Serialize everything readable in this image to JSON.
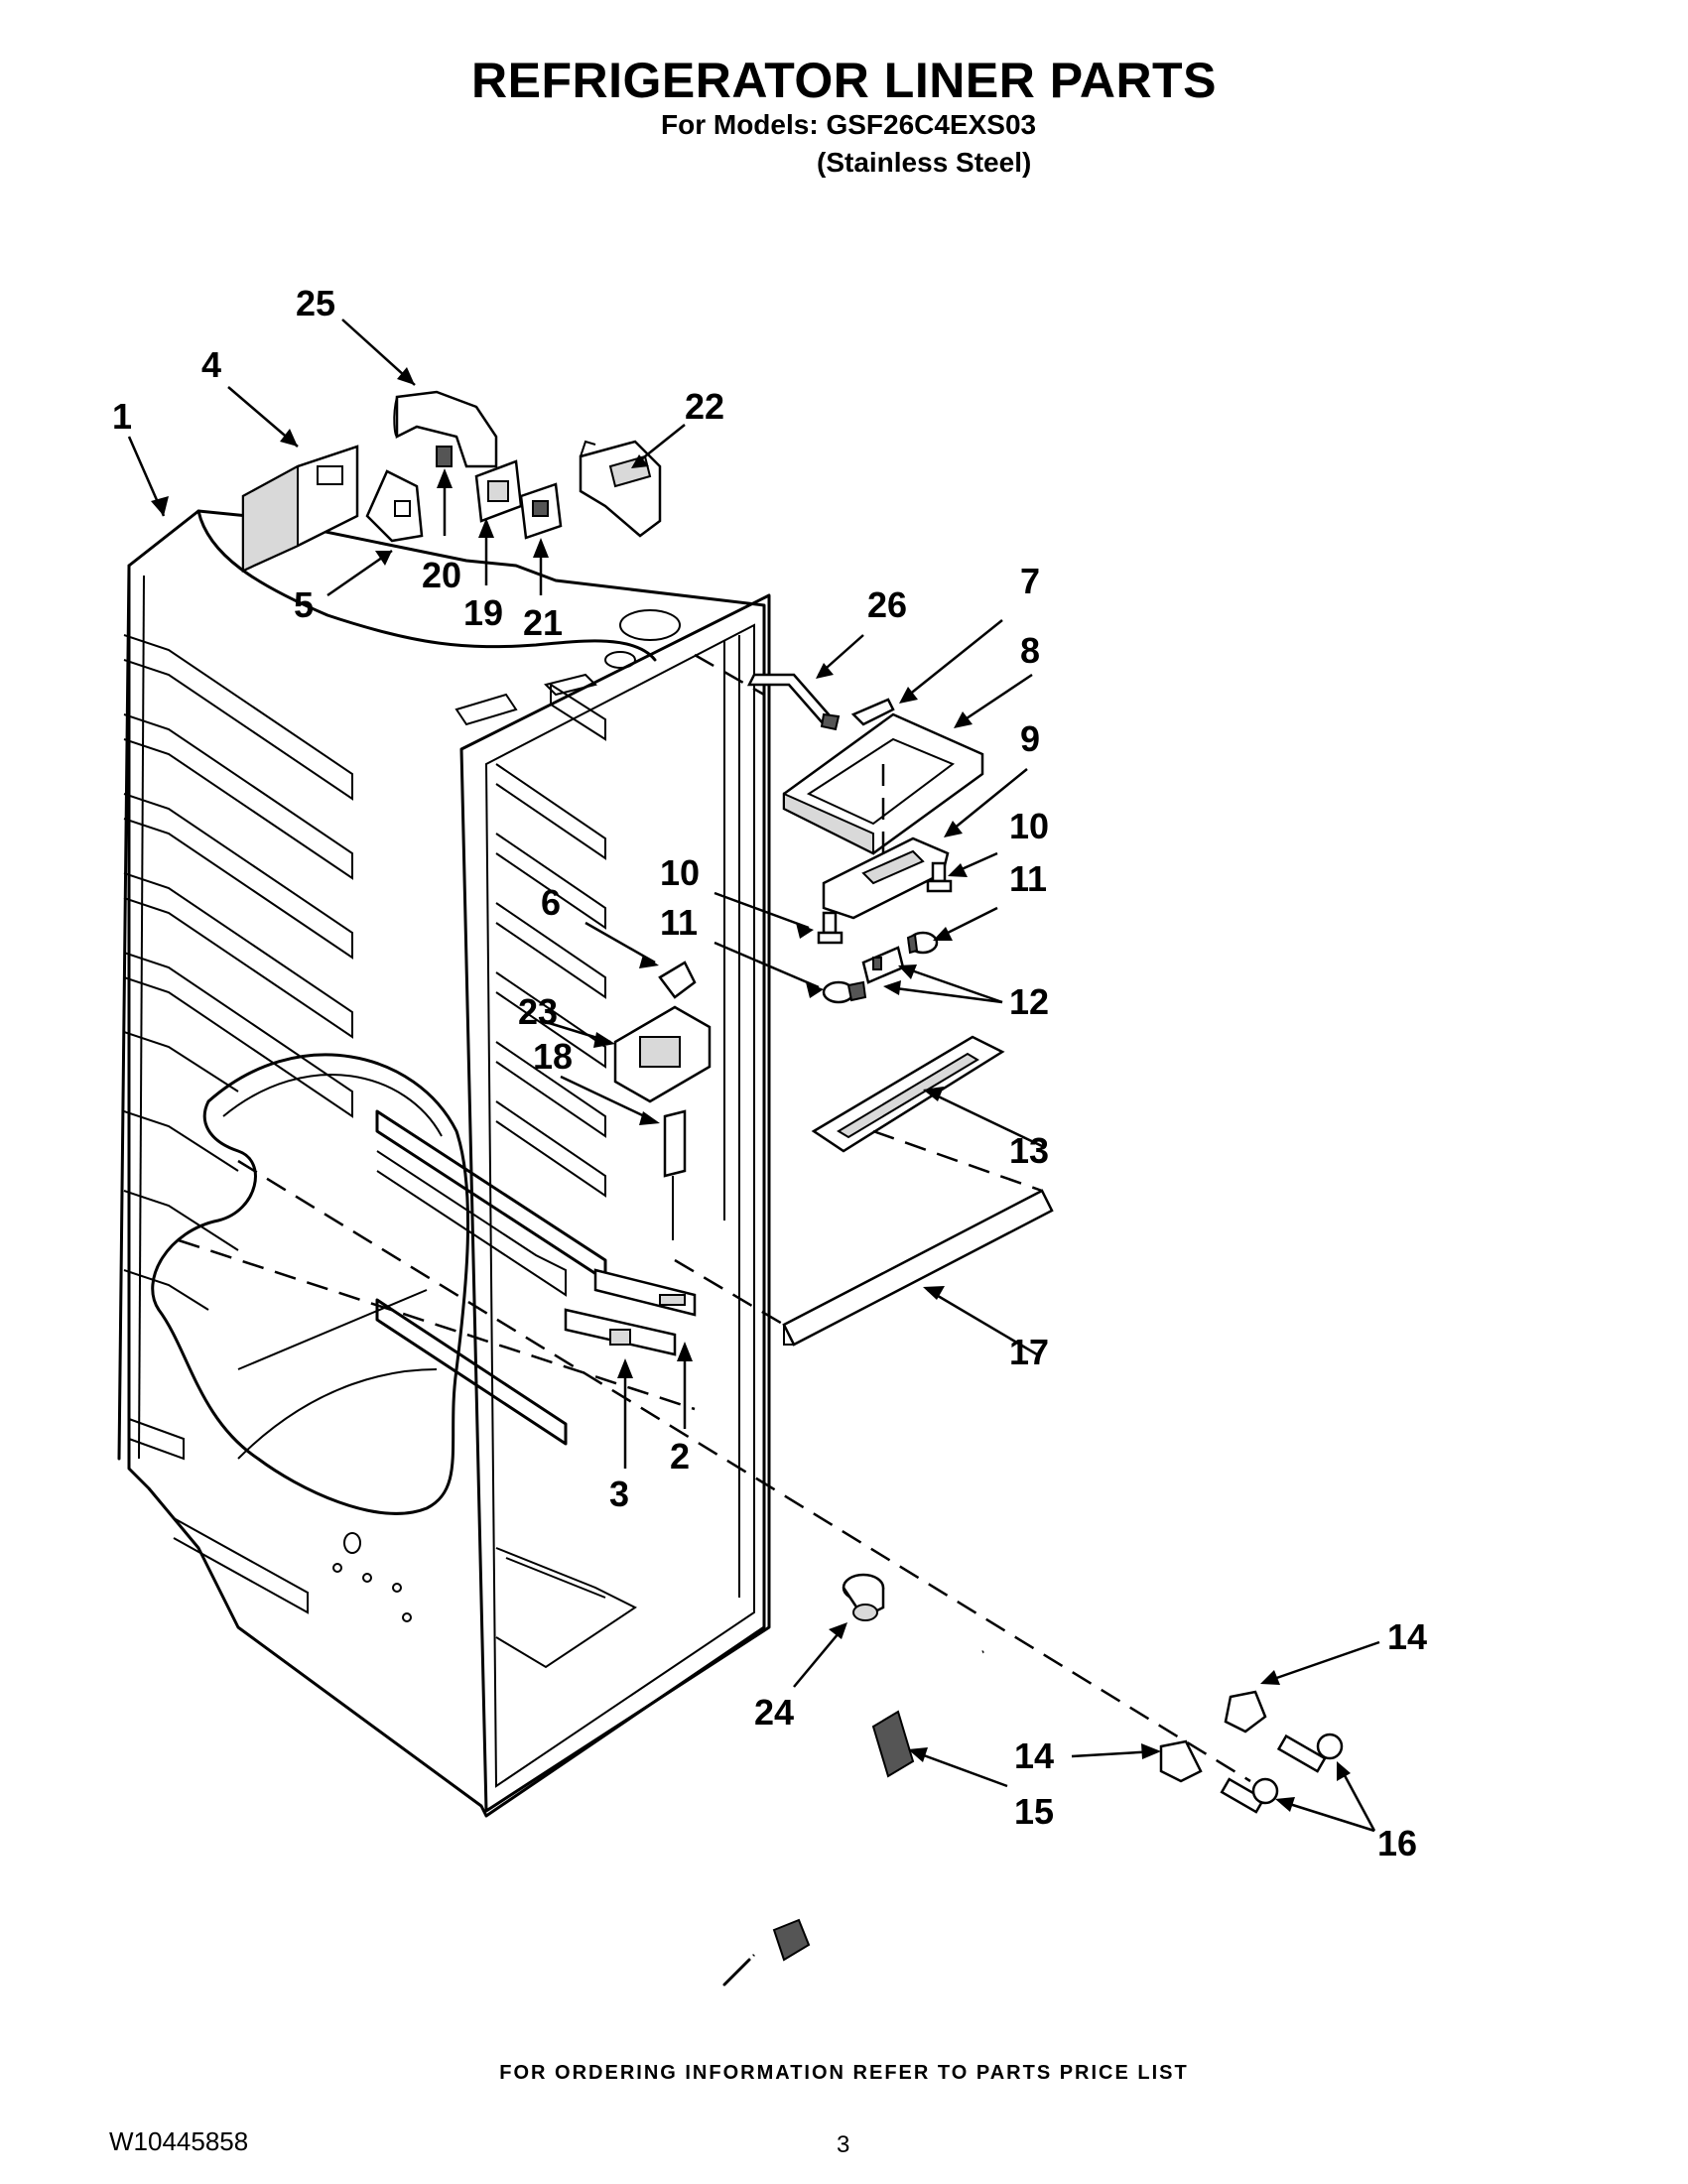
{
  "header": {
    "title": "REFRIGERATOR LINER PARTS",
    "models_line": "For Models: GSF26C4EXS03",
    "finish_line": "(Stainless Steel)"
  },
  "footer": {
    "ordering_note": "FOR ORDERING INFORMATION REFER TO PARTS PRICE LIST",
    "document_number": "W10445858",
    "page_number": "3"
  },
  "callouts": [
    "1",
    "2",
    "3",
    "4",
    "5",
    "6",
    "7",
    "8",
    "9",
    "10",
    "10",
    "11",
    "11",
    "12",
    "13",
    "14",
    "14",
    "15",
    "16",
    "17",
    "18",
    "19",
    "20",
    "21",
    "22",
    "23",
    "24",
    "25",
    "26"
  ]
}
